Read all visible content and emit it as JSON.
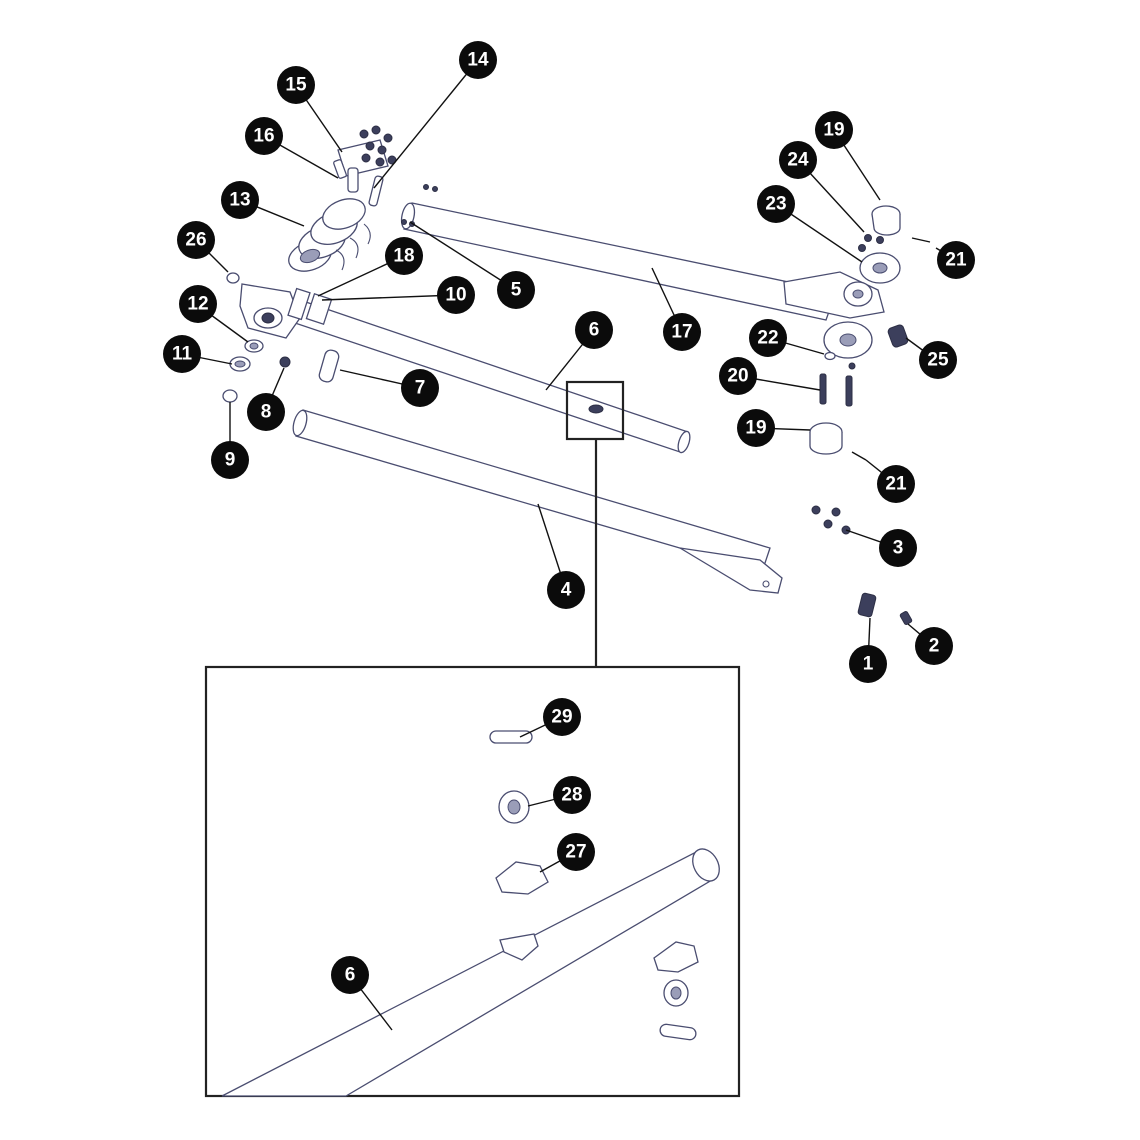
{
  "diagram": {
    "callouts": [
      {
        "id": "c1",
        "label": "1"
      },
      {
        "id": "c2",
        "label": "2"
      },
      {
        "id": "c3",
        "label": "3"
      },
      {
        "id": "c4",
        "label": "4"
      },
      {
        "id": "c5",
        "label": "5"
      },
      {
        "id": "c6",
        "label": "6"
      },
      {
        "id": "c7",
        "label": "7"
      },
      {
        "id": "c8",
        "label": "8"
      },
      {
        "id": "c9",
        "label": "9"
      },
      {
        "id": "c10",
        "label": "10"
      },
      {
        "id": "c11",
        "label": "11"
      },
      {
        "id": "c12",
        "label": "12"
      },
      {
        "id": "c13",
        "label": "13"
      },
      {
        "id": "c14",
        "label": "14"
      },
      {
        "id": "c15",
        "label": "15"
      },
      {
        "id": "c16",
        "label": "16"
      },
      {
        "id": "c17",
        "label": "17"
      },
      {
        "id": "c18",
        "label": "18"
      },
      {
        "id": "c19a",
        "label": "19"
      },
      {
        "id": "c19b",
        "label": "19"
      },
      {
        "id": "c20",
        "label": "20"
      },
      {
        "id": "c21a",
        "label": "21"
      },
      {
        "id": "c21b",
        "label": "21"
      },
      {
        "id": "c22",
        "label": "22"
      },
      {
        "id": "c23",
        "label": "23"
      },
      {
        "id": "c24",
        "label": "24"
      },
      {
        "id": "c25",
        "label": "25"
      },
      {
        "id": "c26",
        "label": "26"
      },
      {
        "id": "c27",
        "label": "27"
      },
      {
        "id": "c28",
        "label": "28"
      },
      {
        "id": "c29",
        "label": "29"
      },
      {
        "id": "c6d",
        "label": "6"
      }
    ]
  }
}
